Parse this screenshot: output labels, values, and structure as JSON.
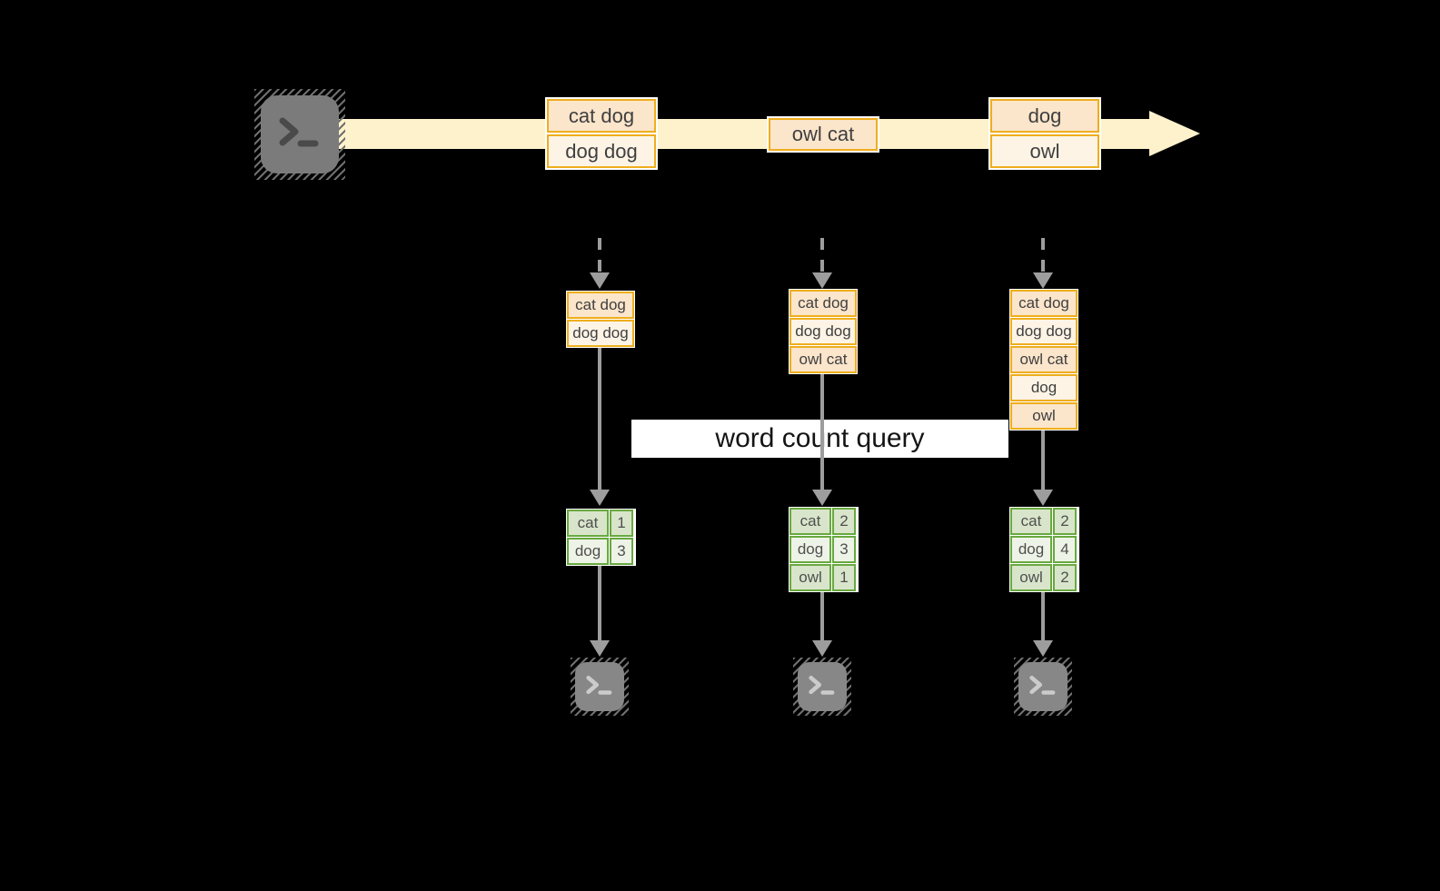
{
  "query": {
    "label": "word count query"
  },
  "stream": {
    "events": [
      {
        "records": [
          "cat dog",
          "dog dog"
        ]
      },
      {
        "records": [
          "owl cat"
        ]
      },
      {
        "records": [
          "dog",
          "owl"
        ]
      }
    ]
  },
  "snapshots": [
    {
      "inputs": [
        "cat dog",
        "dog dog"
      ],
      "counts": [
        {
          "word": "cat",
          "count": "1"
        },
        {
          "word": "dog",
          "count": "3"
        }
      ]
    },
    {
      "inputs": [
        "cat dog",
        "dog dog",
        "owl cat"
      ],
      "counts": [
        {
          "word": "cat",
          "count": "2"
        },
        {
          "word": "dog",
          "count": "3"
        },
        {
          "word": "owl",
          "count": "1"
        }
      ]
    },
    {
      "inputs": [
        "cat dog",
        "dog dog",
        "owl cat",
        "dog",
        "owl"
      ],
      "counts": [
        {
          "word": "cat",
          "count": "2"
        },
        {
          "word": "dog",
          "count": "4"
        },
        {
          "word": "owl",
          "count": "2"
        }
      ]
    }
  ],
  "colors": {
    "background": "#000000",
    "stream_band": "#fdf2cc",
    "record_peach": "#fbe5cb",
    "record_cream": "#fdf4e6",
    "orange_border": "#efae1d",
    "green_border": "#68a93f",
    "green_cell_dark": "#d9e5cb",
    "green_cell_light": "#eef3e7",
    "arrow_gray": "#9d9d9d",
    "terminal_gray": "#7b7b7b",
    "query_box": "#ffffff"
  }
}
